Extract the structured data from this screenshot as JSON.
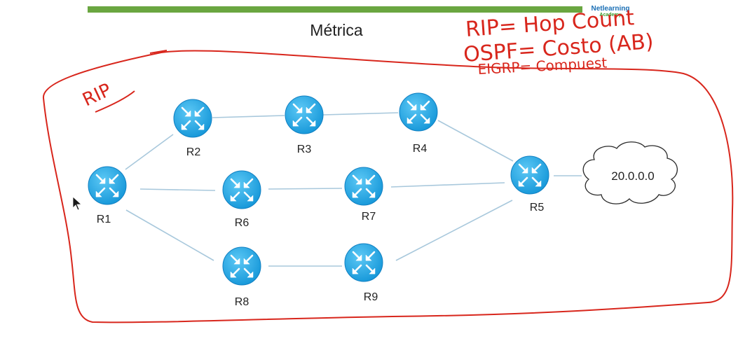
{
  "slide": {
    "title": "Métrica"
  },
  "branding": {
    "name": "Netlearning",
    "sub": "Academy"
  },
  "annotations": {
    "rip_tag": "RIP",
    "line1": "RIP= Hop Count",
    "line2": "OSPF= Costo (AB)",
    "line3": "EIGRP= Compuest"
  },
  "routers": [
    {
      "id": "R1",
      "label": "R1"
    },
    {
      "id": "R2",
      "label": "R2"
    },
    {
      "id": "R3",
      "label": "R3"
    },
    {
      "id": "R4",
      "label": "R4"
    },
    {
      "id": "R5",
      "label": "R5"
    },
    {
      "id": "R6",
      "label": "R6"
    },
    {
      "id": "R7",
      "label": "R7"
    },
    {
      "id": "R8",
      "label": "R8"
    },
    {
      "id": "R9",
      "label": "R9"
    }
  ],
  "network": {
    "label": "20.0.0.0"
  },
  "links": [
    [
      "R1",
      "R2"
    ],
    [
      "R2",
      "R3"
    ],
    [
      "R3",
      "R4"
    ],
    [
      "R4",
      "R5"
    ],
    [
      "R1",
      "R6"
    ],
    [
      "R6",
      "R7"
    ],
    [
      "R7",
      "R5"
    ],
    [
      "R1",
      "R8"
    ],
    [
      "R8",
      "R9"
    ],
    [
      "R9",
      "R5"
    ],
    [
      "R5",
      "cloud"
    ]
  ],
  "colors": {
    "router": "#1aa6e6",
    "link": "#a8c8dc",
    "ink": "#d8261c",
    "bar": "#6aa640",
    "brand": "#1a6fb5"
  }
}
